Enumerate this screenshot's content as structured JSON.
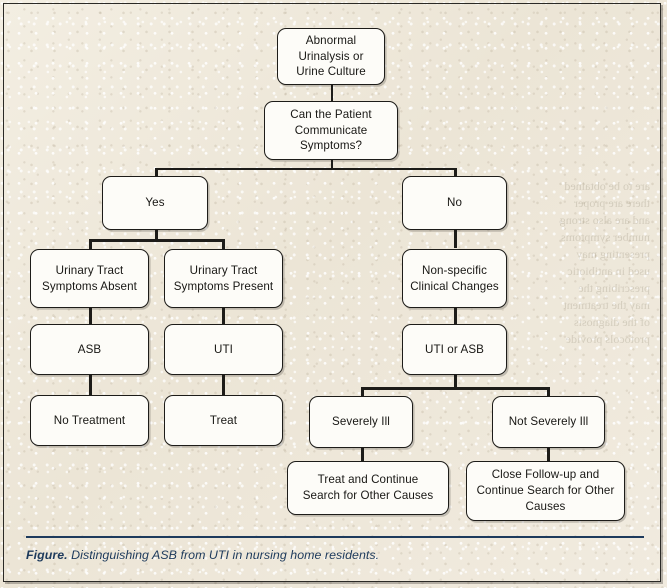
{
  "figure": {
    "caption_lead": "Figure.",
    "caption_text": " Distinguishing ASB from UTI in nursing home residents.",
    "accent_color": "#1d3a5c",
    "paper_color": "#eee8da",
    "node_fill": "#fdfcf8",
    "line_color": "#1d1c19"
  },
  "chart_data": {
    "type": "diagram",
    "title": "Distinguishing ASB from UTI in nursing home residents",
    "nodes": [
      {
        "id": "start",
        "label": "Abnormal\nUrinalysis or\nUrine Culture"
      },
      {
        "id": "communicate",
        "label": "Can the Patient\nCommunicate\nSymptoms?"
      },
      {
        "id": "yes",
        "label": "Yes"
      },
      {
        "id": "no",
        "label": "No"
      },
      {
        "id": "sx-absent",
        "label": "Urinary Tract\nSymptoms Absent"
      },
      {
        "id": "sx-present",
        "label": "Urinary Tract\nSymptoms Present"
      },
      {
        "id": "asb",
        "label": "ASB"
      },
      {
        "id": "uti",
        "label": "UTI"
      },
      {
        "id": "no-treatment",
        "label": "No Treatment"
      },
      {
        "id": "treat",
        "label": "Treat"
      },
      {
        "id": "non-specific",
        "label": "Non-specific\nClinical Changes"
      },
      {
        "id": "uti-or-asb",
        "label": "UTI or ASB"
      },
      {
        "id": "severely-ill",
        "label": "Severely Ill"
      },
      {
        "id": "not-severely",
        "label": "Not Severely Ill"
      },
      {
        "id": "treat-continue",
        "label": "Treat and Continue\nSearch for Other Causes"
      },
      {
        "id": "close-followup",
        "label": "Close Follow-up and\nContinue Search for Other\nCauses"
      }
    ],
    "edges": [
      {
        "from": "start",
        "to": "communicate"
      },
      {
        "from": "communicate",
        "to": "yes"
      },
      {
        "from": "communicate",
        "to": "no"
      },
      {
        "from": "yes",
        "to": "sx-absent"
      },
      {
        "from": "yes",
        "to": "sx-present"
      },
      {
        "from": "sx-absent",
        "to": "asb"
      },
      {
        "from": "sx-present",
        "to": "uti"
      },
      {
        "from": "asb",
        "to": "no-treatment"
      },
      {
        "from": "uti",
        "to": "treat"
      },
      {
        "from": "no",
        "to": "non-specific"
      },
      {
        "from": "non-specific",
        "to": "uti-or-asb"
      },
      {
        "from": "uti-or-asb",
        "to": "severely-ill"
      },
      {
        "from": "uti-or-asb",
        "to": "not-severely"
      },
      {
        "from": "severely-ill",
        "to": "treat-continue"
      },
      {
        "from": "not-severely",
        "to": "close-followup"
      }
    ]
  },
  "ghost_text": {
    "block": "are to be obtained\nthere are proper\nand are also strong\nnumber symptoms\npresenting may\nused in antibiotic\nprescribing the\nmay the treatment\nof the diagnosis\nprotocols provide"
  }
}
